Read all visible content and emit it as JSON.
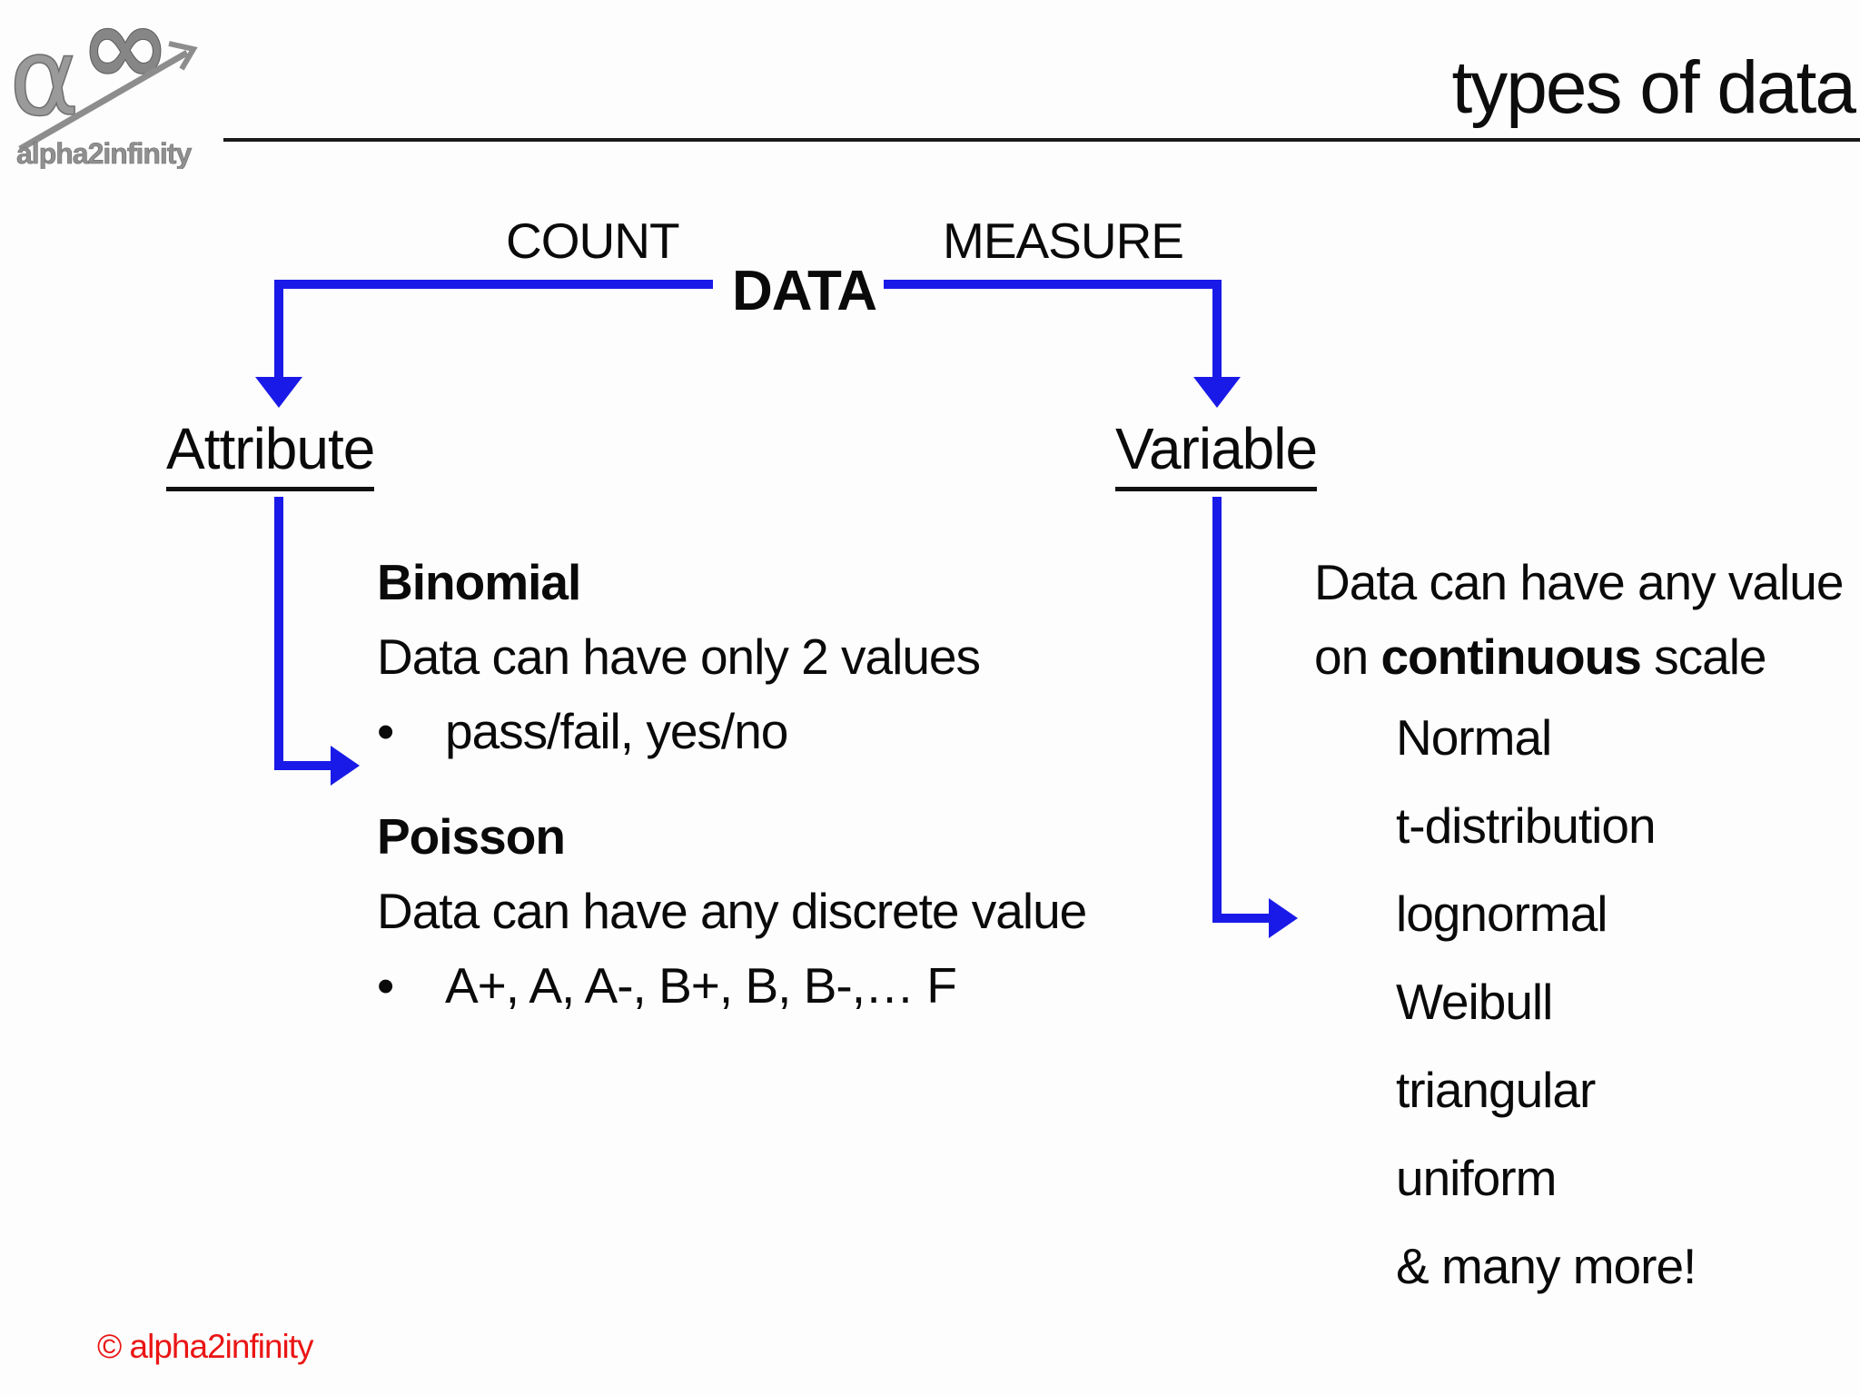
{
  "theme": {
    "background": "#fdfdfd",
    "accent": "#1a1ae8",
    "rule": "#1a1a1a",
    "red": "#ea1515",
    "logo_gray": "#8f8f8f",
    "text_black": "#0a0a0a"
  },
  "header": {
    "logo_alpha": "α",
    "logo_infinity": "∞",
    "logo_text": "alpha2infinity",
    "title": "types of data"
  },
  "tree": {
    "root_label": "DATA",
    "count_label": "COUNT",
    "measure_label": "MEASURE",
    "attribute_label": "Attribute",
    "variable_label": "Variable"
  },
  "attribute_panel": {
    "bullet_char": "•",
    "sections": [
      {
        "heading": "Binomial",
        "description": "Data can have only 2 values",
        "bullet": "pass/fail, yes/no"
      },
      {
        "heading": "Poisson",
        "description": "Data can have any discrete value",
        "bullet": "A+, A, A-, B+, B, B-,… F"
      }
    ]
  },
  "variable_panel": {
    "intro_line1": "Data can have any value",
    "intro_line2_prefix": "on ",
    "intro_line2_bold": "continuous",
    "intro_line2_suffix": " scale",
    "distributions": [
      "Normal",
      "t-distribution",
      "lognormal",
      "Weibull",
      "triangular",
      "uniform",
      "& many more!"
    ]
  },
  "footer": {
    "copyright": "© alpha2infinity"
  }
}
